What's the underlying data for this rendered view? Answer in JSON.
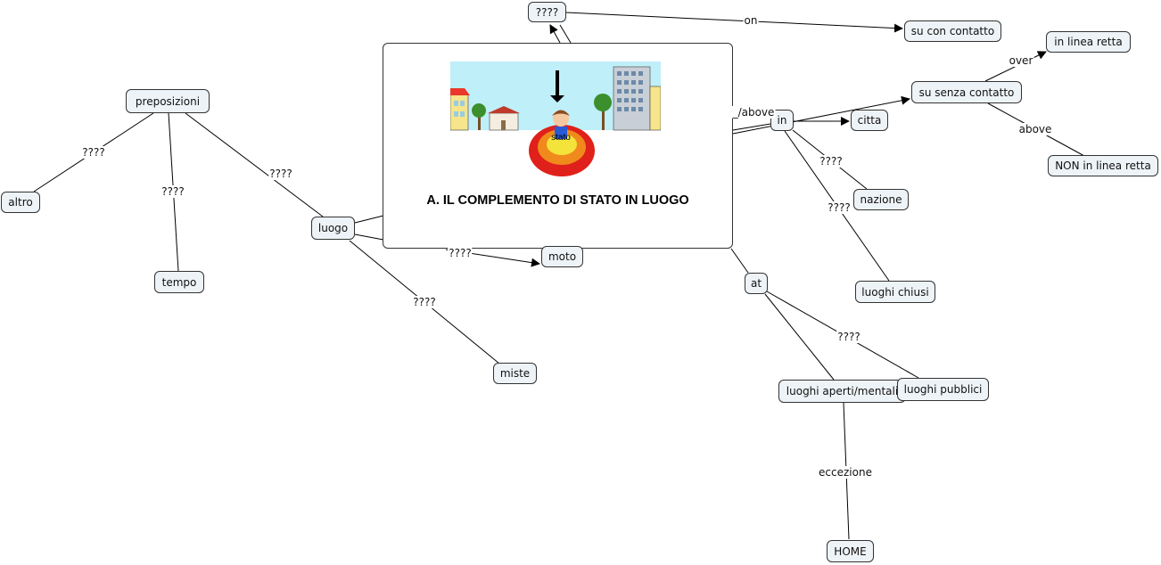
{
  "nodes": {
    "n_q_top": "????",
    "n_su_con": "su con contatto",
    "n_in_linea": "in linea retta",
    "n_su_senza": "su senza contatto",
    "n_non_linea": "NON in linea retta",
    "n_preposizioni": "preposizioni",
    "n_altro": "altro",
    "n_tempo": "tempo",
    "n_luogo": "luogo",
    "n_moto": "moto",
    "n_miste": "miste",
    "n_in": "in",
    "n_citta": "citta",
    "n_nazione": "nazione",
    "n_luoghi_chiusi": "luoghi chiusi",
    "n_at": "at",
    "n_luoghi_aperti": "luoghi aperti/mentali",
    "n_luoghi_pubblici": "luoghi pubblici",
    "n_home": "HOME"
  },
  "edge_labels": {
    "l_on": "on",
    "l_over": "over",
    "l_above_r": "above",
    "l_above_in": "_/above",
    "l_pre_altro": "????",
    "l_pre_tempo": "????",
    "l_pre_luogo": "????",
    "l_luogo_moto": "????",
    "l_luogo_miste": "????",
    "l_in_nazione": "????",
    "l_in_chiusi": "????",
    "l_at_pubblici": "????",
    "l_eccezione": "eccezione"
  },
  "popup": {
    "title": "A. IL COMPLEMENTO DI STATO IN LUOGO",
    "illustration_text": "stato"
  },
  "colors": {
    "node_fill": "#eef3f7",
    "node_border": "#333333",
    "line": "#000000",
    "sky": "#bfeff8",
    "target_red": "#e0201a",
    "target_orange": "#f08a1c",
    "target_yellow": "#f3e33a"
  }
}
